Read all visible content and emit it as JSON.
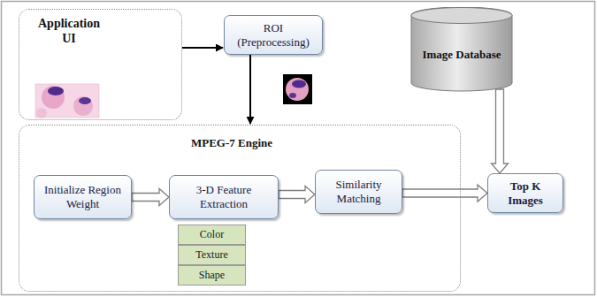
{
  "diagram": {
    "nodes": [
      {
        "text": [
          "Application UI"
        ]
      },
      {
        "text": [
          "ROI (Preprocessing)"
        ]
      },
      {
        "text": [
          "Image Database"
        ]
      },
      {
        "text": [
          "MPEG-7 Engine"
        ]
      },
      {
        "text": [
          "Initialize Region Weight"
        ],
        "in": 3
      },
      {
        "text": [
          "3-D Feature Extraction"
        ],
        "in": 3
      },
      {
        "text": [
          "Similarity Matching"
        ],
        "in": 3
      },
      {
        "text": [
          "Color"
        ],
        "in": 3
      },
      {
        "text": [
          "Texture"
        ],
        "in": 3
      },
      {
        "text": [
          "Shape"
        ],
        "in": 3
      },
      {
        "text": [
          "Top K Images"
        ]
      }
    ],
    "edges": [
      {
        "from": 0,
        "to": 1,
        "arrow": "to"
      },
      {
        "from": 1,
        "to": 3,
        "arrow": "to"
      },
      {
        "from": 4,
        "to": 5,
        "arrow": "to"
      },
      {
        "from": 5,
        "to": 6,
        "arrow": "to"
      },
      {
        "from": 6,
        "to": 10,
        "arrow": "to"
      },
      {
        "from": 2,
        "to": 10,
        "arrow": "to"
      }
    ]
  }
}
